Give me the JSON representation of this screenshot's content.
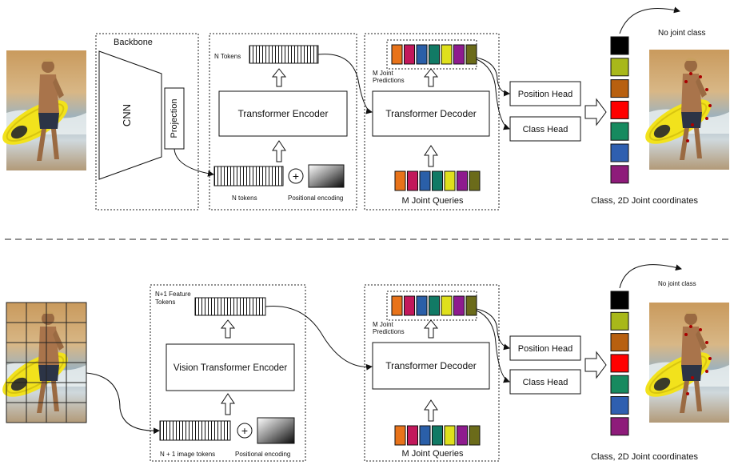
{
  "top": {
    "backbone_label": "Backbone",
    "cnn_label": "CNN",
    "projection_label": "Projection",
    "n_tokens_top_label": "N Tokens",
    "transformer_encoder_label": "Transformer Encoder",
    "n_tokens_bottom_label": "N tokens",
    "positional_encoding_label": "Positional encoding",
    "m_joint_predictions_label_line1": "M Joint",
    "m_joint_predictions_label_line2": "Predictions",
    "transformer_decoder_label": "Transformer Decoder",
    "m_joint_queries_label": "M Joint Queries",
    "position_head_label": "Position Head",
    "class_head_label": "Class Head",
    "no_joint_class_label": "No joint class",
    "output_caption": "Class, 2D Joint coordinates"
  },
  "bottom": {
    "feature_tokens_label_line1": "N+1 Feature",
    "feature_tokens_label_line2": "Tokens",
    "vit_encoder_label": "Vision Transformer Encoder",
    "image_tokens_label": "N + 1 image tokens",
    "positional_encoding_label": "Positional encoding",
    "m_joint_predictions_label_line1": "M Joint",
    "m_joint_predictions_label_line2": "Predictions",
    "transformer_decoder_label": "Transformer Decoder",
    "m_joint_queries_label": "M Joint Queries",
    "position_head_label": "Position Head",
    "class_head_label": "Class Head",
    "no_joint_class_label": "No joint class",
    "output_caption": "Class, 2D Joint coordinates"
  },
  "token_colors": [
    "#e8731a",
    "#c2185b",
    "#2a5fa8",
    "#117a65",
    "#dfe01c",
    "#8e1b8e",
    "#6b6b1a"
  ],
  "class_colors": [
    "#000000",
    "#a8b81a",
    "#b86010",
    "#ff0000",
    "#178a5f",
    "#2f5fb0",
    "#8e1b7a"
  ]
}
